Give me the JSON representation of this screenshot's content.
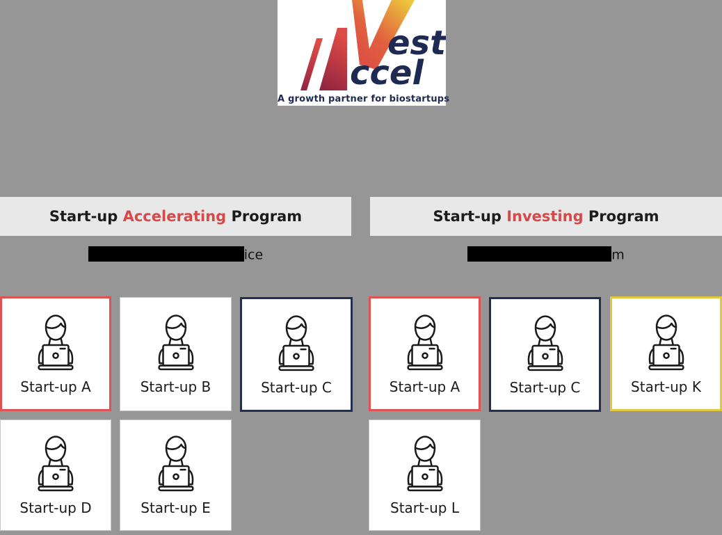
{
  "page": {
    "background": "#969696"
  },
  "logo": {
    "word_vest": "est",
    "word_accel": "ccel",
    "tagline": "A growth partner for biostartups",
    "navy": "#1e2a52",
    "gradient": {
      "dark_red": "#8e2240",
      "red": "#dd4b45",
      "orange": "#e0613f",
      "yellow": "#edc83c"
    }
  },
  "colors": {
    "red": "#e05252",
    "navy": "#1f3052",
    "yellow": "#e2c83e",
    "plain": "#c6c6c6",
    "header_bg": "#e8e8e8",
    "accent_text": "#d64949",
    "text_dark": "#1c1c1c",
    "background": "#969696"
  },
  "programs": [
    {
      "title_prefix": "Start-up ",
      "title_highlight": "Accelerating",
      "title_suffix": " Program",
      "subtitle_redacted": true,
      "redact_width": 224,
      "subtitle_visible_text": "ice",
      "cards": [
        {
          "label": "Start-up A",
          "border": "red"
        },
        {
          "label": "Start-up B",
          "border": "plain"
        },
        {
          "label": "Start-up C",
          "border": "navy"
        },
        {
          "label": "Start-up D",
          "border": "plain"
        },
        {
          "label": "Start-up E",
          "border": "plain"
        }
      ]
    },
    {
      "title_prefix": "Start-up ",
      "title_highlight": "Investing",
      "title_suffix": " Program",
      "subtitle_redacted": true,
      "redact_width": 207,
      "subtitle_visible_text": "m",
      "cards": [
        {
          "label": "Start-up A",
          "border": "red"
        },
        {
          "label": "Start-up C",
          "border": "navy"
        },
        {
          "label": "Start-up K",
          "border": "yellow"
        },
        {
          "label": "Start-up L",
          "border": "plain"
        }
      ]
    }
  ]
}
